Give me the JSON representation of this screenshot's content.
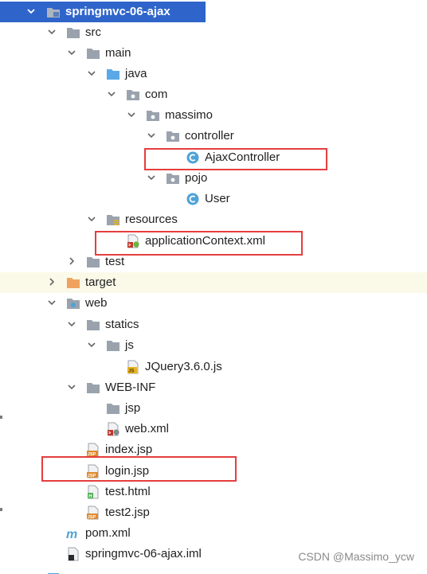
{
  "project_tree": {
    "root": {
      "label": "springmvc-06-ajax"
    },
    "src": {
      "label": "src"
    },
    "main": {
      "label": "main"
    },
    "java": {
      "label": "java"
    },
    "com": {
      "label": "com"
    },
    "massimo": {
      "label": "massimo"
    },
    "controller": {
      "label": "controller"
    },
    "ajax_controller": {
      "label": "AjaxController"
    },
    "pojo": {
      "label": "pojo"
    },
    "user": {
      "label": "User"
    },
    "resources": {
      "label": "resources"
    },
    "application_context": {
      "label": "applicationContext.xml"
    },
    "test": {
      "label": "test"
    },
    "target": {
      "label": "target"
    },
    "web": {
      "label": "web"
    },
    "statics": {
      "label": "statics"
    },
    "js": {
      "label": "js"
    },
    "jquery": {
      "label": "JQuery3.6.0.js"
    },
    "web_inf": {
      "label": "WEB-INF"
    },
    "jsp": {
      "label": "jsp"
    },
    "web_xml": {
      "label": "web.xml"
    },
    "index_jsp": {
      "label": "index.jsp"
    },
    "login_jsp": {
      "label": "login.jsp"
    },
    "test_html": {
      "label": "test.html"
    },
    "test2_jsp": {
      "label": "test2.jsp"
    },
    "pom_xml": {
      "label": "pom.xml"
    },
    "iml": {
      "label": "springmvc-06-ajax.iml"
    }
  },
  "watermark": "CSDN @Massimo_ycw",
  "colors": {
    "selection": "#d5e1f2",
    "root_header": "#2f65ca",
    "excluded_row": "#fbf9e8",
    "highlight_box": "#e53e3e",
    "folder": "#9aa3ad",
    "source_folder": "#5aa9e6",
    "excluded_folder": "#f0a35e",
    "class_icon": "#4ea3d8"
  }
}
